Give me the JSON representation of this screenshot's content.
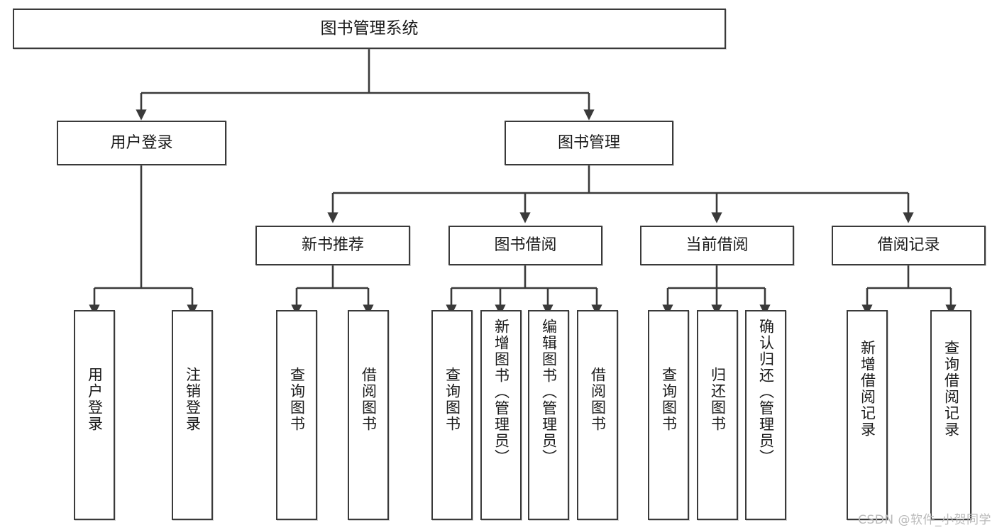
{
  "diagram": {
    "title": "图书管理系统",
    "type": "tree",
    "watermark": "CSDN @软件_小贺同学",
    "root": {
      "label": "图书管理系统"
    },
    "level2": [
      {
        "label": "用户登录"
      },
      {
        "label": "图书管理"
      }
    ],
    "level3": [
      {
        "label": "新书推荐"
      },
      {
        "label": "图书借阅"
      },
      {
        "label": "当前借阅"
      },
      {
        "label": "借阅记录"
      }
    ],
    "leaves": {
      "user_login": [
        {
          "label": "用户登录"
        },
        {
          "label": "注销登录"
        }
      ],
      "new_book": [
        {
          "label": "查询图书"
        },
        {
          "label": "借阅图书"
        }
      ],
      "book_borrow": [
        {
          "label": "查询图书"
        },
        {
          "label": "新增图书（管理员）"
        },
        {
          "label": "编辑图书（管理员）"
        },
        {
          "label": "借阅图书"
        }
      ],
      "current_borrow": [
        {
          "label": "查询图书"
        },
        {
          "label": "归还图书"
        },
        {
          "label": "确认归还（管理员）"
        }
      ],
      "borrow_record": [
        {
          "label": "新增借阅记录"
        },
        {
          "label": "查询借阅记录"
        }
      ]
    },
    "colors": {
      "stroke": "#3a3a3a",
      "fill": "#ffffff",
      "text": "#1a1a1a",
      "watermark": "#b9b9b9"
    }
  }
}
